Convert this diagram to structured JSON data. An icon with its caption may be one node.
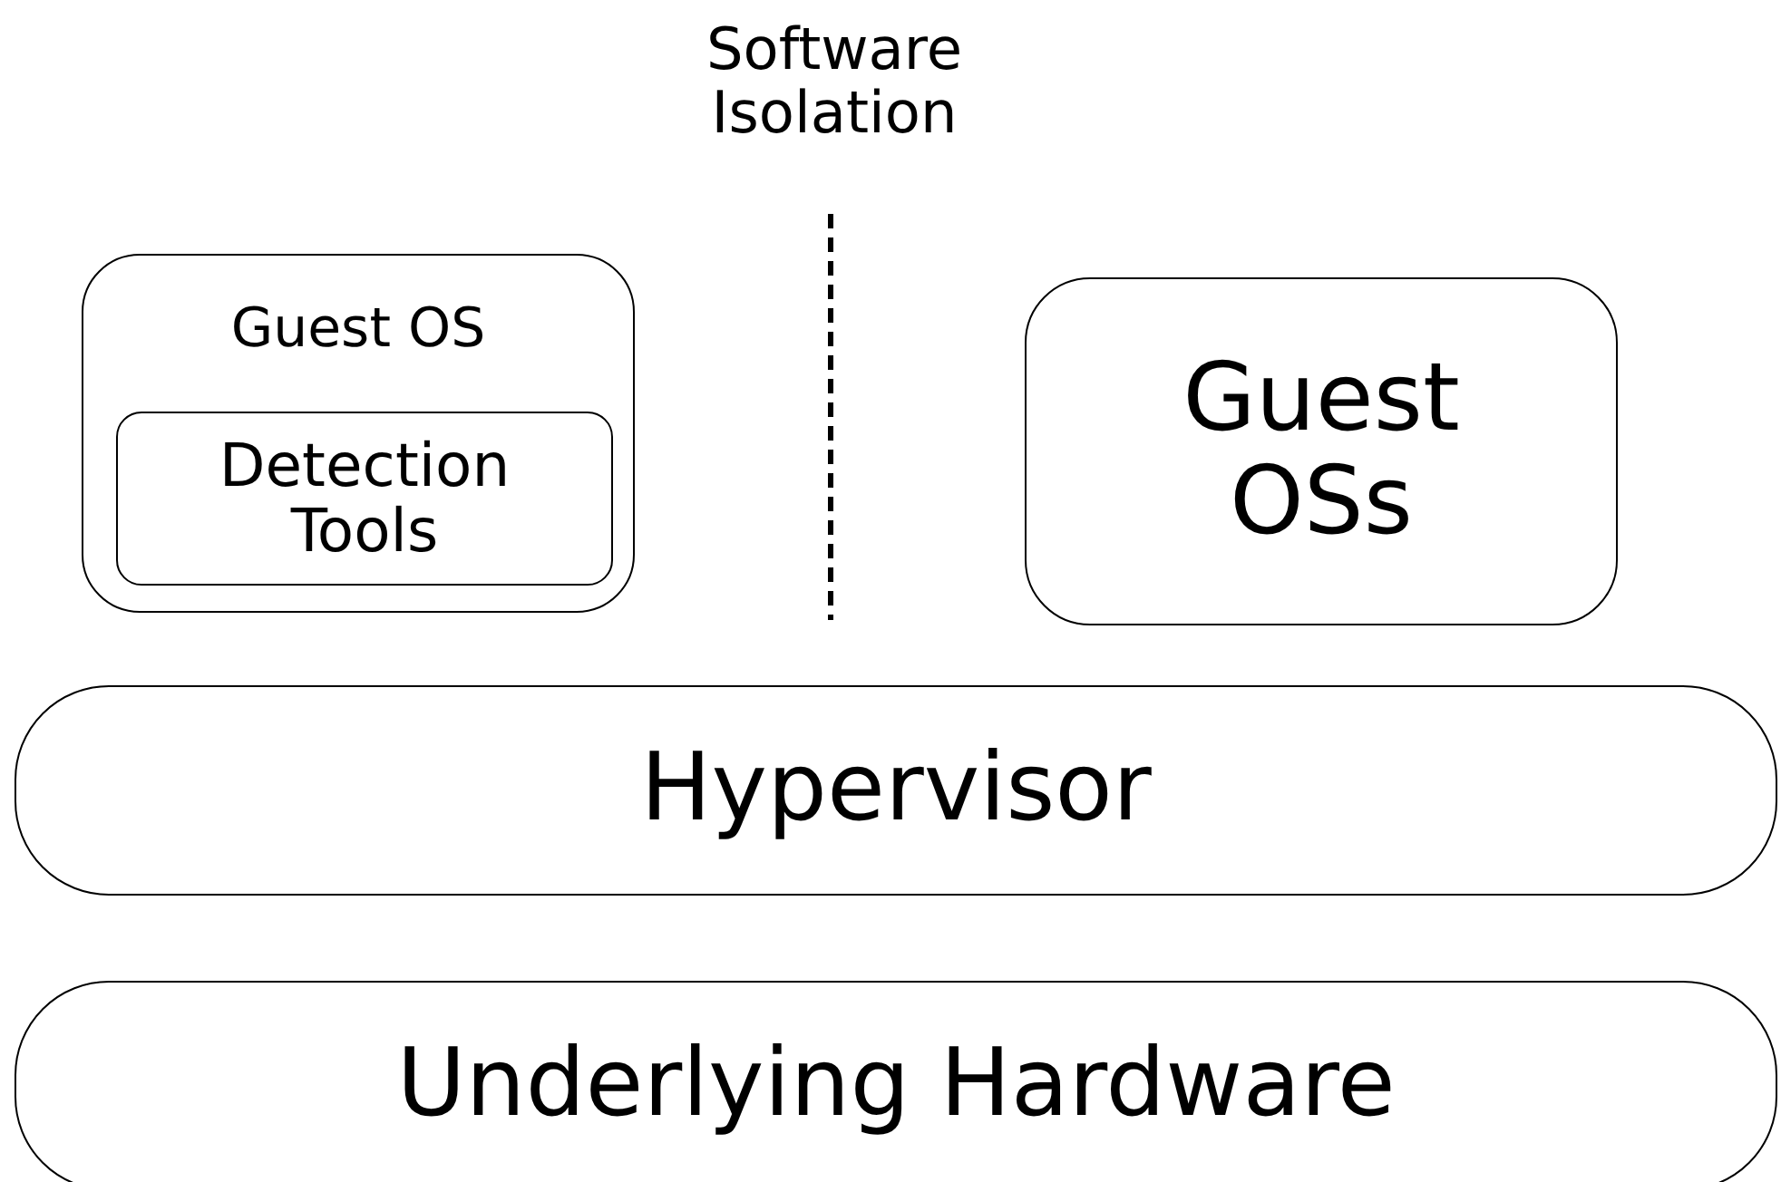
{
  "diagram": {
    "nodes": [
      {
        "text": [
          "Guest OS"
        ]
      },
      {
        "text": [
          "Detection Tools"
        ],
        "in": 0
      },
      {
        "text": [
          "Guest OSs"
        ]
      },
      {
        "text": [
          "Hypervisor"
        ]
      },
      {
        "text": [
          "Underlying Hardware"
        ]
      }
    ],
    "labels": [
      "Software Isolation"
    ]
  }
}
